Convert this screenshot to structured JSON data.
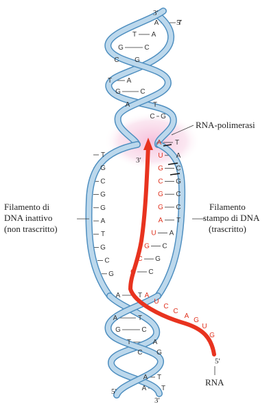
{
  "labels": {
    "polymerase": "RNA-polimerasi",
    "inactive_line1": "Filamento di",
    "inactive_line2": "DNA inattivo",
    "inactive_line3": "(non trascritto)",
    "template_line1": "Filamento",
    "template_line2": "stampo di DNA",
    "template_line3": "(trascritto)",
    "rna": "RNA"
  },
  "ends": {
    "top_left": "3′",
    "top_right": "5′",
    "bottom_left": "5′",
    "bottom_right": "3′",
    "rna_5": "5′",
    "bubble_3": "3′"
  },
  "top_pairs": [
    [
      "A",
      "T"
    ],
    [
      "T",
      "A"
    ],
    [
      "G",
      "C"
    ],
    [
      "C",
      "G"
    ],
    [
      "T",
      "A"
    ],
    [
      "G",
      "C"
    ],
    [
      "A",
      "T"
    ],
    [
      "C",
      "G"
    ]
  ],
  "bubble_pairs": [
    [
      "A",
      "T"
    ],
    [
      "U",
      "A"
    ],
    [
      "G",
      "C"
    ],
    [
      "C",
      "G"
    ],
    [
      "G",
      "C"
    ],
    [
      "G",
      "C"
    ],
    [
      "A",
      "T"
    ],
    [
      "U",
      "A"
    ],
    [
      "G",
      "C"
    ],
    [
      "C",
      "G"
    ],
    [
      "G",
      "C"
    ]
  ],
  "inactive_bases": [
    "T",
    "G",
    "C",
    "G",
    "G",
    "A",
    "T",
    "G",
    "C",
    "G"
  ],
  "rna_tail": [
    "A",
    "U",
    "C",
    "C",
    "A",
    "G",
    "U",
    "G"
  ],
  "bottom_pairs": [
    [
      "A",
      "T"
    ],
    [
      "A",
      "T"
    ],
    [
      "G",
      "C"
    ],
    [
      "T",
      "A"
    ],
    [
      "C",
      "G"
    ],
    [
      "A",
      "T"
    ],
    [
      "A",
      "T"
    ]
  ],
  "colors": {
    "strand_fill": "#bcd8ec",
    "strand_edge": "#4f8fc0",
    "rna": "#e8331f",
    "polymerase_glow": "#f4b6d6"
  }
}
